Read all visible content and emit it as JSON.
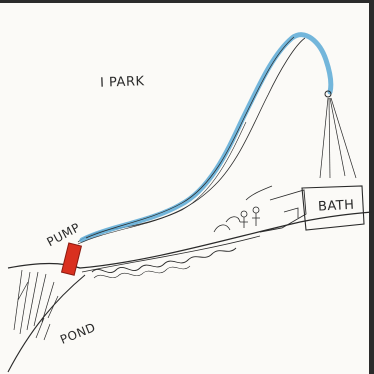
{
  "sketch": {
    "labels": {
      "park": "I PARK",
      "pump": "PUMP",
      "pond": "POND",
      "bath": "BATH"
    },
    "colors": {
      "paper": "#fbfaf7",
      "ink": "#2a2a2a",
      "water_jet": "#5aa9d6",
      "pump_body": "#d9301f",
      "edge_shadow": "#2b2b2b"
    }
  }
}
